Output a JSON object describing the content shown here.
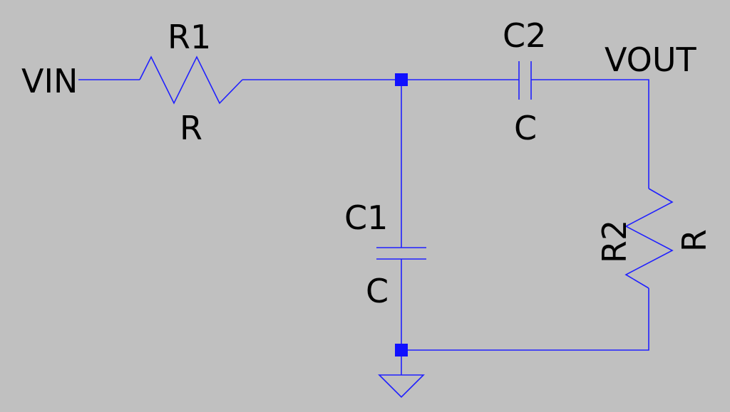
{
  "schematic": {
    "input_label": "VIN",
    "output_label": "VOUT",
    "r1": {
      "name": "R1",
      "value": "R"
    },
    "r2": {
      "name": "R2",
      "value": "R"
    },
    "c1": {
      "name": "C1",
      "value": "C"
    },
    "c2": {
      "name": "C2",
      "value": "C"
    }
  },
  "colors": {
    "background": "#c0c0c0",
    "wire": "#2020ff",
    "junction": "#1010ff",
    "text": "#000000"
  }
}
